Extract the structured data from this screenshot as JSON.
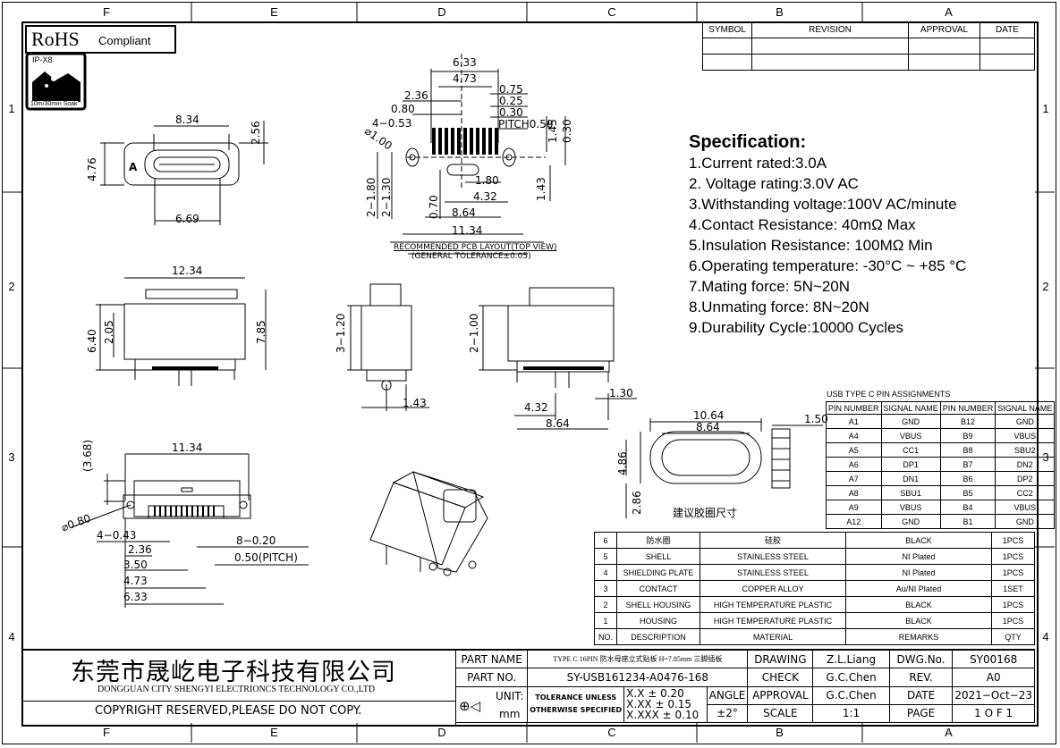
{
  "zones_top": [
    "F",
    "E",
    "D",
    "C",
    "B",
    "A"
  ],
  "zones_side": [
    "1",
    "2",
    "3",
    "4"
  ],
  "rohs": {
    "title": "RoHS",
    "sub": "Compliant"
  },
  "ipx": {
    "label": "IP-X8",
    "caption": "10m/30min Soak"
  },
  "revision_table": {
    "headers": [
      "SYMBOL",
      "REVISION",
      "APPROVAL",
      "DATE"
    ]
  },
  "spec": {
    "title": "Specification:",
    "lines": [
      "1.Current rated:3.0A",
      "2. Voltage rating:3.0V AC",
      "3.Withstanding voltage:100V AC/minute",
      "4.Contact Resistance: 40mΩ Max",
      "5.Insulation Resistance: 100MΩ Min",
      "6.Operating temperature: -30°C ~ +85 °C",
      "7.Mating force: 5N~20N",
      "8.Unmating force: 8N~20N",
      "9.Durability Cycle:10000 Cycles"
    ]
  },
  "pcb_layout": {
    "title": "RECOMMENDED PCB LAYOUT(TOP VIEW)",
    "tolerance": "(GENERAL TOLERANCE±0.05)"
  },
  "dims": {
    "d834": "8.34",
    "d256": "2.56",
    "d476": "4.76",
    "d669": "6.69",
    "a": "A",
    "d633": "6.33",
    "d473": "4.73",
    "d236": "2.36",
    "d080": "0.80",
    "d453": "4−0.53",
    "d075": "0.75",
    "d025": "0.25",
    "d030": "0.30",
    "pitch": "PITCH0.50",
    "d145": "1.45",
    "d030b": "0.30",
    "phi100": "⌀1.00",
    "d180": "1.80",
    "d432": "4.32",
    "d864": "8.64",
    "d1134": "11.34",
    "d143": "1.43",
    "d2180": "2−1.80",
    "d2130": "2−1.30",
    "d070": "0.70",
    "d1234": "12.34",
    "d640": "6.40",
    "d205": "2.05",
    "d785": "7.85",
    "d3120": "3−1.20",
    "d143b": "1.43",
    "d2100": "2−1.00",
    "d130": "1.30",
    "d432b": "4.32",
    "d864b": "8.64",
    "d1134b": "11.34",
    "d368": "(3.68)",
    "phi080": "⌀0.80",
    "d4043": "4−0.43",
    "d236b": "2.36",
    "d350": "3.50",
    "d473b": "4.73",
    "d633b": "6.33",
    "d8020": "8−0.20",
    "pitch2": "0.50(PITCH)",
    "d1064": "10.64",
    "d864c": "8.64",
    "d150": "1.50",
    "d486": "4.86",
    "d286": "2.86",
    "gasket": "建议胶圈尺寸"
  },
  "pin_table": {
    "title": "USB TYPE C PIN ASSIGNMENTS",
    "headers": [
      "PIN NUMBER",
      "SIGNAL NAME",
      "PIN NUMBER",
      "SIGNAL NAME"
    ],
    "rows": [
      [
        "A1",
        "GND",
        "B12",
        "GND"
      ],
      [
        "A4",
        "VBUS",
        "B9",
        "VBUS"
      ],
      [
        "A5",
        "CC1",
        "B8",
        "SBU2"
      ],
      [
        "A6",
        "DP1",
        "B7",
        "DN2"
      ],
      [
        "A7",
        "DN1",
        "B6",
        "DP2"
      ],
      [
        "A8",
        "SBU1",
        "B5",
        "CC2"
      ],
      [
        "A9",
        "VBUS",
        "B4",
        "VBUS"
      ],
      [
        "A12",
        "GND",
        "B1",
        "GND"
      ]
    ]
  },
  "bom": {
    "headers": [
      "NO.",
      "DESCRIPTION",
      "MATERIAL",
      "REMARKS",
      "QTY"
    ],
    "rows": [
      [
        "6",
        "防水圈",
        "硅胶",
        "BLACK",
        "1PCS"
      ],
      [
        "5",
        "SHELL",
        "STAINLESS STEEL",
        "NI  Plated",
        "1PCS"
      ],
      [
        "4",
        "SHIELDING PLATE",
        "STAINLESS STEEL",
        "NI  Plated",
        "1PCS"
      ],
      [
        "3",
        "CONTACT",
        "COPPER ALLOY",
        "Au/NI Plated",
        "1SET"
      ],
      [
        "2",
        "SHELL HOUSING",
        "HIGH TEMPERATURE PLASTIC",
        "BLACK",
        "1PCS"
      ],
      [
        "1",
        "HOUSING",
        "HIGH TEMPERATURE PLASTIC",
        "BLACK",
        "1PCS"
      ]
    ]
  },
  "title_block": {
    "company_cn": "东莞市晟屹电子科技有限公司",
    "company_en": "DONGGUAN CITY SHENGYI ELECTRIONCS TECHNOLOGY CO.,LTD",
    "copyright": "COPYRIGHT RESERVED,PLEASE DO NOT COPY.",
    "part_name_label": "PART NAME",
    "part_name": "TYPE C 16PIN 防水母座立式贴板 H=7.85mm 三脚插板",
    "part_no_label": "PART NO.",
    "part_no": "SY-USB161234-A0476-168",
    "unit_label": "UNIT:",
    "unit": "mm",
    "tol1": "TOLERANCE UNLESS",
    "tol2": "OTHERWISE SPECIFIED",
    "tolx": "X.X  ±  0.20",
    "tolxx": "X.XX  ±  0.15",
    "tolxxx": "X.XXX ± 0.10",
    "angle_label": "ANGLE",
    "angle": "±2°",
    "drawing_label": "DRAWING",
    "drawing": "Z.L.Liang",
    "check_label": "CHECK",
    "check": "G.C.Chen",
    "approval_label": "APPROVAL",
    "approval": "G.C.Chen",
    "scale_label": "SCALE",
    "scale": "1:1",
    "dwg_label": "DWG.No.",
    "dwg": "SY00168",
    "rev_label": "REV.",
    "rev": "A0",
    "date_label": "DATE",
    "date": "2021−Oct−23",
    "page_label": "PAGE",
    "page": "1 O F 1"
  }
}
